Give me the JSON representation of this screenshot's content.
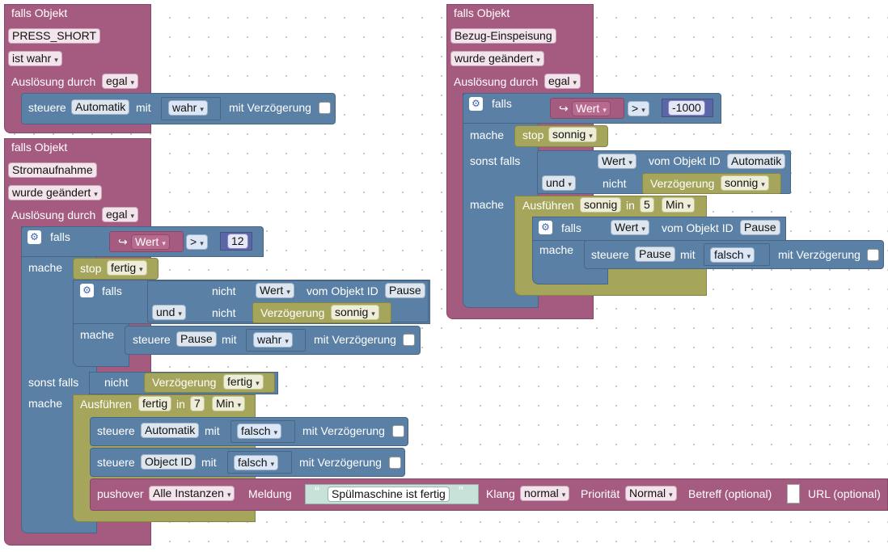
{
  "colors": {
    "event": "#a55b80",
    "logic": "#5b80a5",
    "timer": "#a5a55b",
    "math": "#5b67a5",
    "text": "#c7e2d9"
  },
  "icons": {
    "gear": "gear-icon",
    "var": "variable-getter-icon",
    "quote_open": "quote-open-icon",
    "quote_close": "quote-close-icon"
  },
  "labels": {
    "falls_objekt": "falls Objekt",
    "ausloesung": "Auslösung durch",
    "steuere": "steuere",
    "mit": "mit",
    "mit_verzoegerung": "mit Verzögerung",
    "falls": "falls",
    "mache": "mache",
    "sonst_falls": "sonst falls",
    "stop": "stop",
    "nicht": "nicht",
    "und": "und",
    "vom_objekt": "vom Objekt ID",
    "ausfuehren": "Ausführen",
    "in": "in",
    "pushover": "pushover",
    "meldung": "Meldung",
    "klang": "Klang",
    "prioritaet": "Priorität",
    "betreff": "Betreff (optional)",
    "url": "URL (optional)",
    "wert": "Wert",
    "verzoegerung": "Verzögerung",
    "gt": ">",
    "arrow": "↪",
    "quote_open": "“",
    "quote_close": "”",
    "dd": "▾"
  },
  "b1": {
    "object": "PRESS_SHORT",
    "condition": "ist wahr",
    "trigger": "egal",
    "target": "Automatik",
    "value": "wahr"
  },
  "b2": {
    "object": "Stromaufnahme",
    "condition": "wurde geändert",
    "trigger": "egal",
    "number": "12",
    "stop_timer": "fertig",
    "obj_pause": "Pause",
    "timer2": "sonnig",
    "target": "Pause",
    "value": "wahr",
    "timer3": "fertig",
    "exec_timer": "fertig",
    "exec_num": "7",
    "unit": "Min",
    "s1_target": "Automatik",
    "s1_value": "falsch",
    "s2_target": "Object ID",
    "s2_value": "falsch",
    "push_instance": "Alle Instanzen",
    "message": "Spülmaschine ist fertig",
    "sound": "normal",
    "priority": "Normal"
  },
  "b3": {
    "object": "Bezug-Einspeisung",
    "condition": "wurde geändert",
    "trigger": "egal",
    "number": "-1000",
    "stop_timer": "sonnig",
    "obj_auto": "Automatik",
    "timer2": "sonnig",
    "exec_timer": "sonnig",
    "exec_num": "5",
    "unit": "Min",
    "obj_pause": "Pause",
    "target": "Pause",
    "value": "falsch"
  }
}
